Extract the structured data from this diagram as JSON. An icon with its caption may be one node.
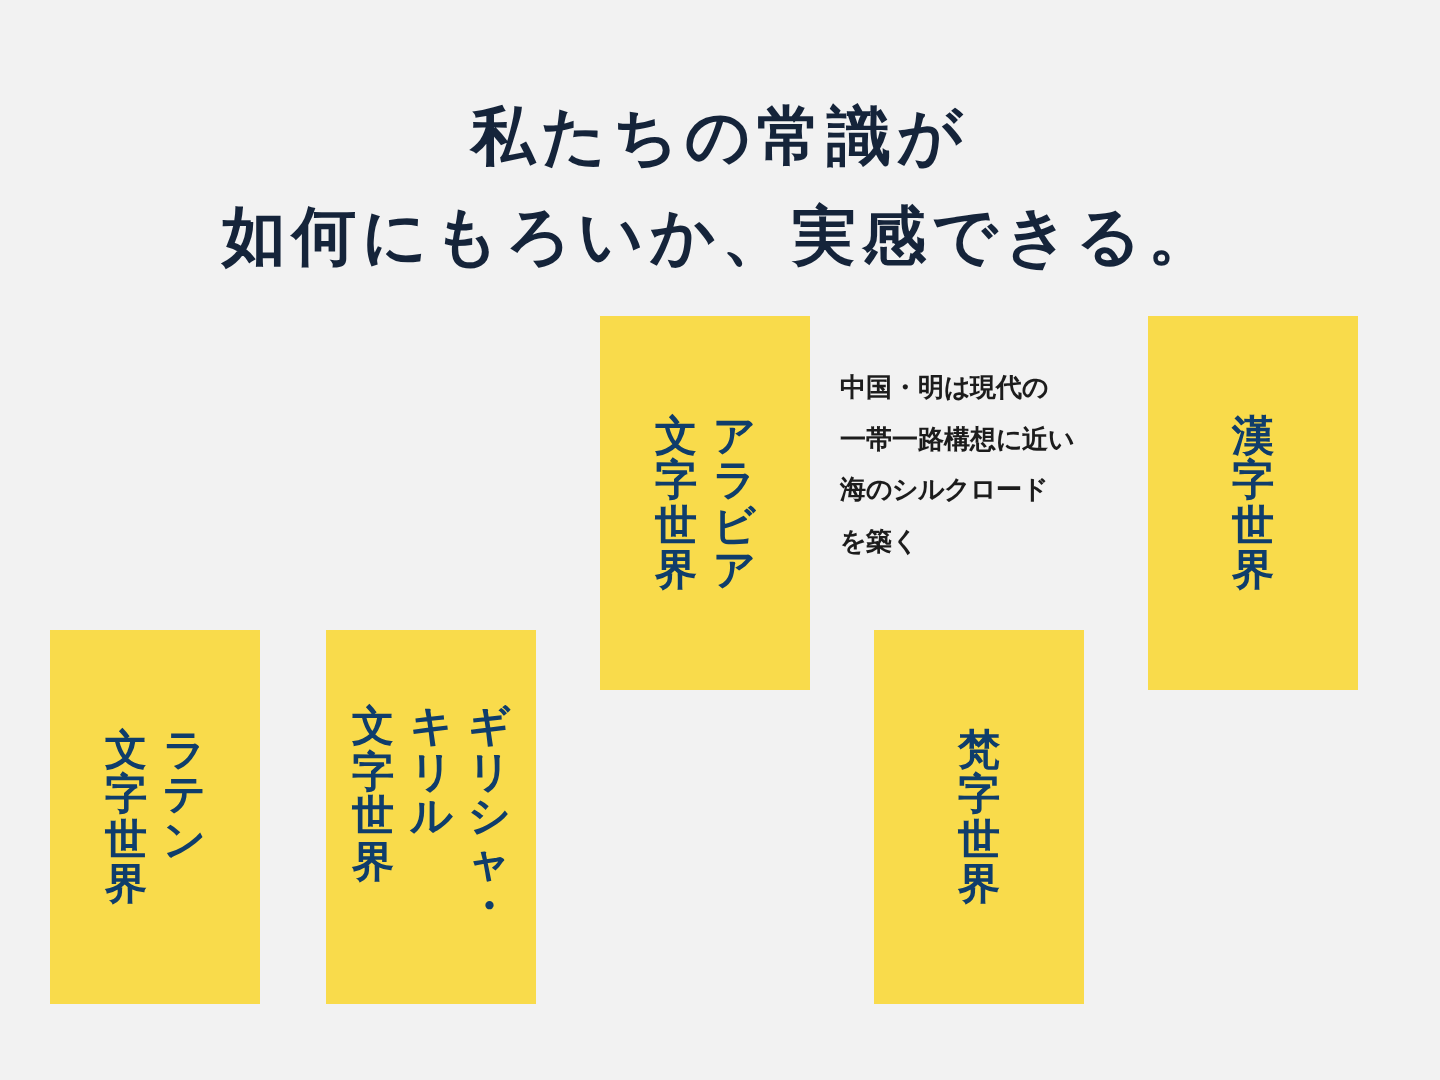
{
  "diagram": {
    "title": "私たちの常識が如何にもろいか、実感できる。",
    "nodes": [
      {
        "text": [
          "ラテン文字世界"
        ]
      },
      {
        "text": [
          "ギリシャ・キリル文字世界"
        ]
      },
      {
        "text": [
          "アラビア文字世界"
        ]
      },
      {
        "text": [
          "梵字世界"
        ]
      },
      {
        "text": [
          "漢字世界"
        ]
      }
    ],
    "labels": [
      "中国・明は現代の一帯一路構想に近い海のシルクロードを築く"
    ]
  }
}
